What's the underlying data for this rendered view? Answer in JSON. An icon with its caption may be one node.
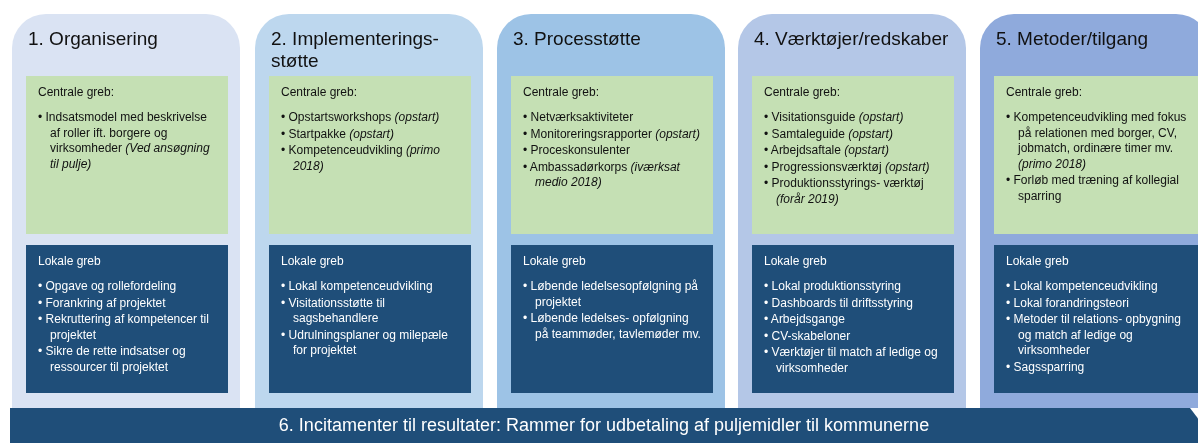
{
  "diagram": {
    "nodes": [
      {
        "text": [
          "1. Organisering"
        ]
      },
      {
        "text": [
          "Centrale greb:",
          "• Indsatsmodel med beskrivelse af roller ift. borgere og virksomheder *(Ved ansøgning til pulje)*"
        ],
        "in": 0
      },
      {
        "text": [
          "Lokale greb",
          "• Opgave og rollefordeling",
          "• Forankring af projektet",
          "• Rekruttering af kompetencer til projektet",
          "• Sikre de rette indsatser og ressourcer til projektet"
        ],
        "in": 0
      },
      {
        "text": [
          "2. Implementerings- støtte"
        ]
      },
      {
        "text": [
          "Centrale greb:",
          "• Opstartsworkshops *(opstart)*",
          "• Startpakke *(opstart)*",
          "• Kompetenceudvikling *(primo 2018)*"
        ],
        "in": 3
      },
      {
        "text": [
          "Lokale greb",
          "• Lokal kompetenceudvikling",
          "• Visitationsstøtte til sagsbehandlere",
          "• Udrulningsplaner og milepæle for projektet"
        ],
        "in": 3
      },
      {
        "text": [
          "3. Processtøtte"
        ]
      },
      {
        "text": [
          "Centrale greb:",
          "• Netværksaktiviteter",
          "• Monitoreringsrapporter *(opstart)*",
          "• Proceskonsulenter",
          "• Ambassadørkorps *(iværksat medio 2018)*"
        ],
        "in": 6
      },
      {
        "text": [
          "Lokale greb",
          "• Løbende ledelsesopfølgning på projektet",
          "• Løbende ledelses- opfølgning på teammøder, tavlemøder mv."
        ],
        "in": 6
      },
      {
        "text": [
          "4. Værktøjer/redskaber"
        ]
      },
      {
        "text": [
          "Centrale greb:",
          "• Visitationsguide *(opstart)*",
          "• Samtaleguide *(opstart)*",
          "• Arbejdsaftale *(opstart)*",
          "• Progressionsværktøj *(opstart)*",
          "• Produktionsstyrings- værktøj *(forår 2019)*"
        ],
        "in": 9
      },
      {
        "text": [
          "Lokale greb",
          "• Lokal produktionsstyring",
          "• Dashboards til driftsstyring",
          "• Arbejdsgange",
          "• CV-skabeloner",
          "• Værktøjer til match af ledige og virksomheder"
        ],
        "in": 9
      },
      {
        "text": [
          "5. Metoder/tilgang"
        ]
      },
      {
        "text": [
          "Centrale greb:",
          "• Kompetenceudvikling med fokus på relationen med borger, CV, jobmatch, ordinære timer mv. *(primo 2018)*",
          "• Forløb med træning af kollegial sparring"
        ],
        "in": 12
      },
      {
        "text": [
          "Lokale greb",
          "• Lokal kompetenceudvikling",
          "• Lokal forandringsteori",
          "• Metoder til relations- opbygning og match af ledige og virksomheder",
          "• Sagssparring"
        ],
        "in": 12
      },
      {
        "text": [
          "6. Incitamenter til resultater: Rammer for udbetaling af puljemidler til kommunerne"
        ]
      }
    ]
  }
}
